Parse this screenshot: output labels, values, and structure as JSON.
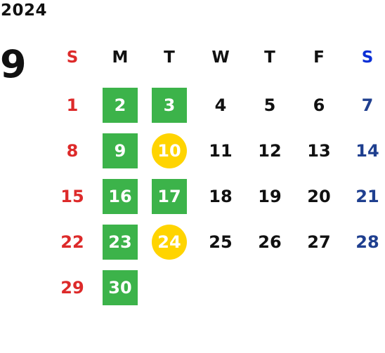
{
  "year": "2024",
  "month": "9",
  "weekday_headers": [
    {
      "label": "S",
      "color": "#dd2a2a"
    },
    {
      "label": "M",
      "color": "#111111"
    },
    {
      "label": "T",
      "color": "#111111"
    },
    {
      "label": "W",
      "color": "#111111"
    },
    {
      "label": "T",
      "color": "#111111"
    },
    {
      "label": "F",
      "color": "#111111"
    },
    {
      "label": "S",
      "color": "#0a2fd6"
    }
  ],
  "weeks": [
    [
      {
        "day": "1",
        "style": "sun"
      },
      {
        "day": "2",
        "style": "green"
      },
      {
        "day": "3",
        "style": "green"
      },
      {
        "day": "4",
        "style": "wk"
      },
      {
        "day": "5",
        "style": "wk"
      },
      {
        "day": "6",
        "style": "wk"
      },
      {
        "day": "7",
        "style": "sat"
      }
    ],
    [
      {
        "day": "8",
        "style": "sun"
      },
      {
        "day": "9",
        "style": "green"
      },
      {
        "day": "10",
        "style": "yellow"
      },
      {
        "day": "11",
        "style": "wk"
      },
      {
        "day": "12",
        "style": "wk"
      },
      {
        "day": "13",
        "style": "wk"
      },
      {
        "day": "14",
        "style": "sat"
      }
    ],
    [
      {
        "day": "15",
        "style": "sun"
      },
      {
        "day": "16",
        "style": "green"
      },
      {
        "day": "17",
        "style": "green"
      },
      {
        "day": "18",
        "style": "wk"
      },
      {
        "day": "19",
        "style": "wk"
      },
      {
        "day": "20",
        "style": "wk"
      },
      {
        "day": "21",
        "style": "sat"
      }
    ],
    [
      {
        "day": "22",
        "style": "sun"
      },
      {
        "day": "23",
        "style": "green"
      },
      {
        "day": "24",
        "style": "yellow"
      },
      {
        "day": "25",
        "style": "wk"
      },
      {
        "day": "26",
        "style": "wk"
      },
      {
        "day": "27",
        "style": "wk"
      },
      {
        "day": "28",
        "style": "sat"
      }
    ],
    [
      {
        "day": "29",
        "style": "sun"
      },
      {
        "day": "30",
        "style": "green"
      }
    ]
  ],
  "colors": {
    "green_highlight": "#3cb34a",
    "yellow_highlight": "#ffd400",
    "sunday": "#dd2a2a",
    "saturday": "#1f3f8f"
  }
}
